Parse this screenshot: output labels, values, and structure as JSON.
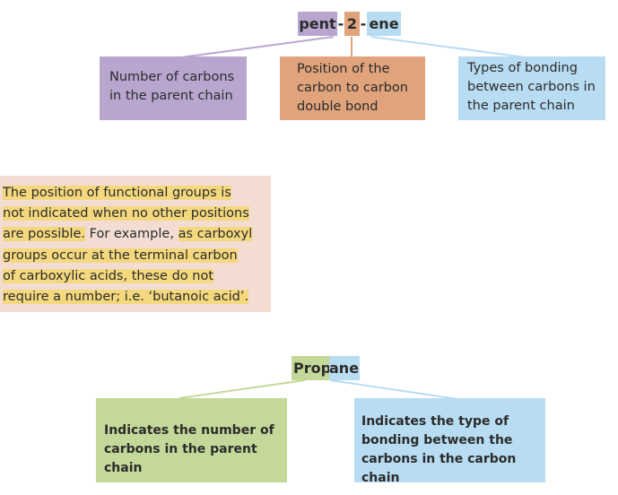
{
  "top_name": {
    "part1": "pent",
    "dash1": "-",
    "part2": "2",
    "dash2": "-",
    "part3": "ene"
  },
  "top_boxes": {
    "carbons": [
      "Number of carbons",
      "in the parent chain"
    ],
    "position": [
      "Position of the",
      "carbon to carbon",
      "double bond"
    ],
    "bonding": [
      "Types of bonding",
      "between carbons in",
      "the parent chain"
    ]
  },
  "note": {
    "line1": "The position of functional groups is",
    "line2": "not indicated when no other positions",
    "line3a": "are possible.",
    "line3b": " For example, ",
    "line3c": "as carboxyl",
    "line4": "groups occur at the terminal carbon",
    "line5": "of carboxylic acids, these do not",
    "line6": "require a number; i.e. ‘butanoic acid’."
  },
  "bottom_name": {
    "part1": "Prop",
    "part2": "ane"
  },
  "bottom_boxes": {
    "number": [
      "Indicates the number of",
      "carbons in the parent chain"
    ],
    "type": [
      "Indicates the type of",
      "bonding between the",
      "carbons in the carbon chain"
    ]
  },
  "colors": {
    "purple": "#b9a6cf",
    "orange": "#e0a37c",
    "blue": "#b8dcf2",
    "green": "#c4d899",
    "note_bg": "#f3ddd3",
    "highlight": "#f4d87e"
  }
}
